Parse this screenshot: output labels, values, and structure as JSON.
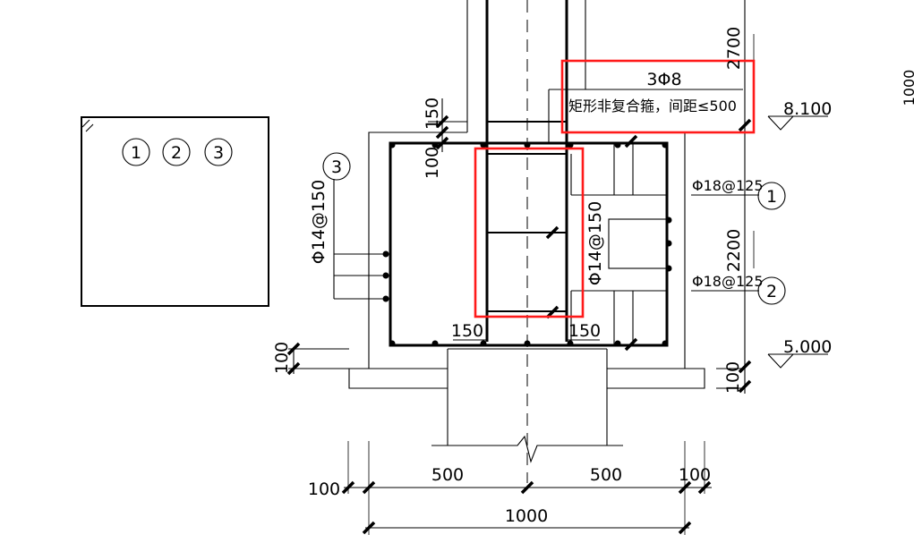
{
  "section_box": {
    "labels": [
      "1",
      "2",
      "3"
    ]
  },
  "rebar": {
    "ties_top": "3Φ8",
    "ties_note": "矩形非复合箍，间距≤500",
    "bar1": "Φ18@125",
    "bar2": "Φ18@125",
    "side_left": "Φ14@150",
    "side_right": "Φ14@150",
    "mark1": "1",
    "mark2": "2",
    "mark3": "3"
  },
  "elevations": {
    "top": "8.100",
    "bottom": "5.000"
  },
  "dims": {
    "v2700": "2700",
    "v2200": "2200",
    "v1000": "1000",
    "v150": "150",
    "v100_top": "100",
    "v100_left": "100",
    "v100_right": "100",
    "h150_left": "150",
    "h150_right": "150",
    "h100_left": "100",
    "h500_left": "500",
    "h500_right": "500",
    "h100_right": "100",
    "h1000": "1000"
  },
  "colors": {
    "highlight": "#ff1a1a",
    "ink": "#000000"
  }
}
